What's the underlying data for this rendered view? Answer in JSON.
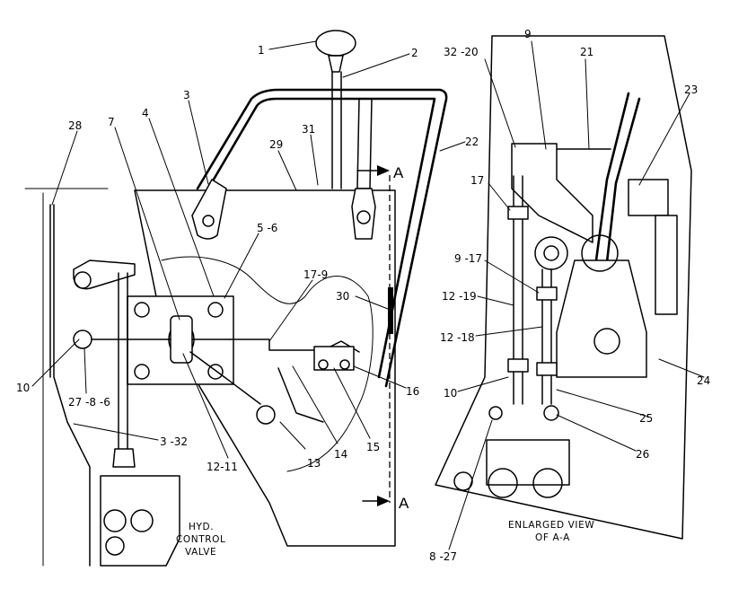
{
  "callouts": {
    "c1": "1",
    "c2": "2",
    "c3": "3",
    "c4": "4",
    "c5_6": "5 -6",
    "c7": "7",
    "c28": "28",
    "c29": "29",
    "c31": "31",
    "c22": "22",
    "c17_9": "17-9",
    "c30": "30",
    "c10_left": "10",
    "c27_8_6": "27 -8 -6",
    "c16": "16",
    "c15": "15",
    "c14": "14",
    "c13": "13",
    "c12_11": "12-11",
    "c3_32": "3 -32",
    "c9": "9",
    "c32_20": "32 -20",
    "c21": "21",
    "c23": "23",
    "c17": "17",
    "c9_17": "9 -17",
    "c12_19": "12 -19",
    "c12_18": "12 -18",
    "c10_right": "10",
    "c24": "24",
    "c25": "25",
    "c26": "26",
    "c8_27": "8 -27"
  },
  "section_marks": {
    "top": "A",
    "bottom": "A"
  },
  "captions": {
    "hyd_line1": "HYD.",
    "hyd_line2": "CONTROL",
    "hyd_line3": "VALVE",
    "enlarged_line1": "ENLARGED VIEW",
    "enlarged_line2": "OF A-A"
  }
}
